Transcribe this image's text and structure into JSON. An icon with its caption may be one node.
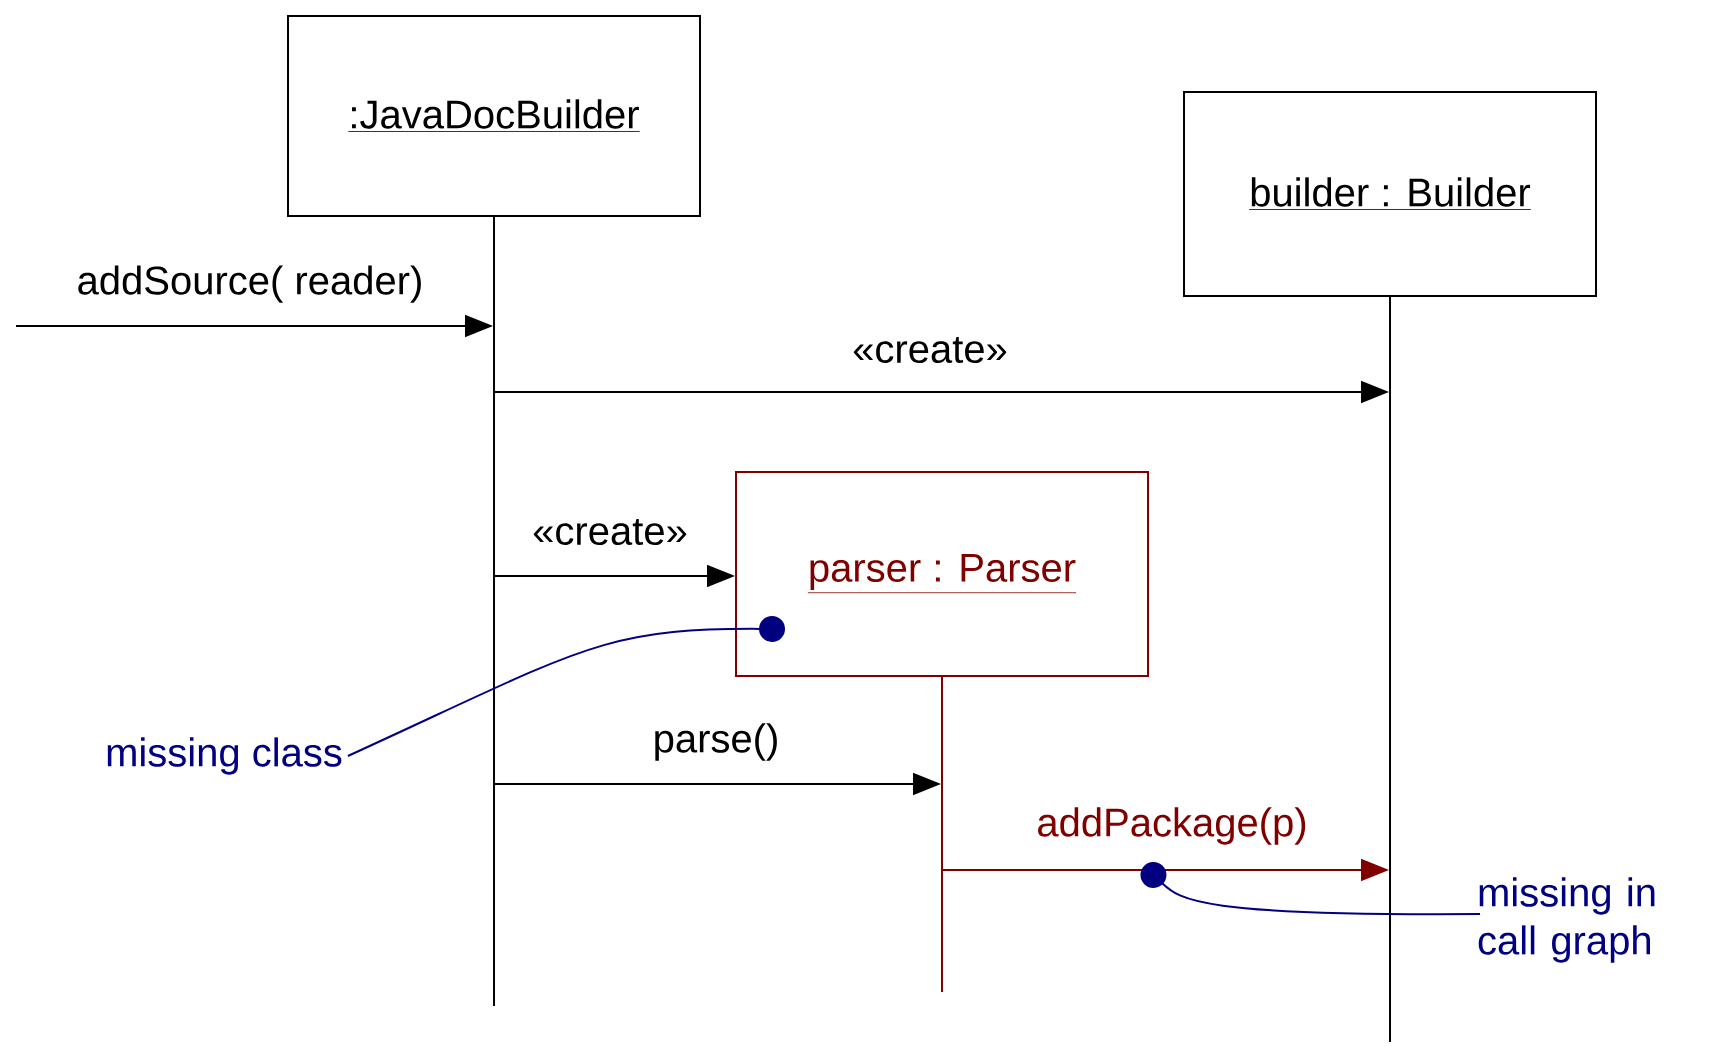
{
  "diagram": {
    "nodes": [
      {
        "text": [
          ":JavaDocBuilder"
        ]
      },
      {
        "text": [
          "builder : Builder"
        ]
      },
      {
        "text": [
          "parser : Parser"
        ]
      },
      {
        "text": [],
        "shape": "line"
      },
      {
        "text": [],
        "shape": "line"
      },
      {
        "text": [],
        "shape": "line"
      },
      {
        "text": [
          "missing class"
        ]
      },
      {
        "text": [
          "missing in call graph"
        ]
      }
    ],
    "edges": [
      {
        "from": null,
        "to": 3,
        "arrow": "to",
        "label": "addSource( reader)"
      },
      {
        "from": 3,
        "to": 4,
        "arrow": "to",
        "label": "«create»"
      },
      {
        "from": 3,
        "to": 2,
        "arrow": "to",
        "label": "«create»"
      },
      {
        "from": 3,
        "to": 5,
        "arrow": "to",
        "label": "parse()"
      },
      {
        "from": 5,
        "to": 4,
        "arrow": "to",
        "label": "addPackage(p)",
        "color": "#800000"
      },
      {
        "from": 6,
        "to": 2,
        "arrow": "other",
        "color": "#000080"
      },
      {
        "from": 7,
        "to": null,
        "arrow": "other",
        "color": "#000080"
      }
    ]
  }
}
